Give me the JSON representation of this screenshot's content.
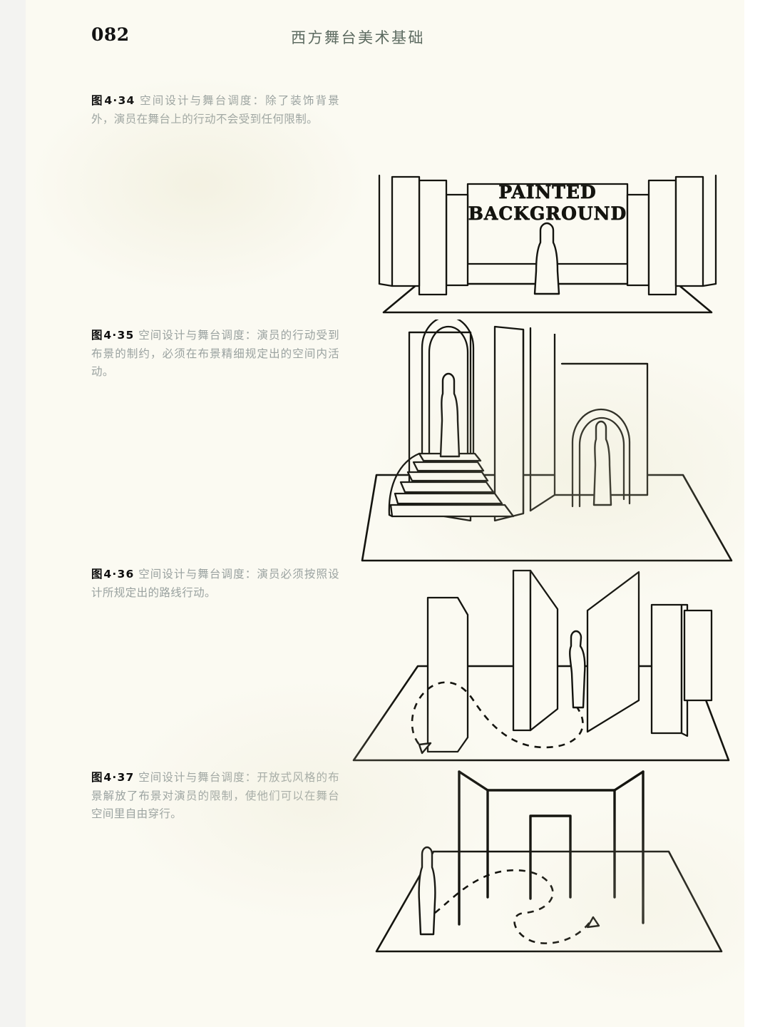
{
  "page": {
    "folio": "082",
    "running_head": "西方舞台美术基础",
    "paper_color": "#fbfaf2",
    "ink_color": "#14140f",
    "caption_text_color": "#9aa2a0",
    "running_head_color": "#5d6b61"
  },
  "figures": [
    {
      "id": "fig-4-34",
      "number": "图4·34",
      "caption": "空间设计与舞台调度：除了装饰背景外，演员在舞台上的行动不会受到任何限制。",
      "in_image_text": [
        "PAINTED",
        "BACKGROUND"
      ],
      "description": "对称舞台：两侧条状侧幕片，中央绘景背景，一名演员立于台口，梯形台面。",
      "actor_count": 1,
      "has_movement_path": false
    },
    {
      "id": "fig-4-35",
      "number": "图4·35",
      "caption": "空间设计与舞台调度：演员的行动受到布景的制约，必须在布景精细规定出的空间内活动。",
      "in_image_text": [],
      "description": "建筑式盒式布景：左侧拱门台阶上站一名演员，中央柱体，右侧拱门内站一名演员。",
      "actor_count": 2,
      "has_movement_path": false
    },
    {
      "id": "fig-4-36",
      "number": "图4·36",
      "caption": "空间设计与舞台调度：演员必须按照设计所规定出的路线行动。",
      "in_image_text": [],
      "description": "斜置硬片屏风构成的通道，虚线标出规定的 S 形行动路线，终点带箭头。",
      "actor_count": 1,
      "has_movement_path": true,
      "path_style": "dashed",
      "path_arrow": "open-triangle"
    },
    {
      "id": "fig-4-37",
      "number": "图4·37",
      "caption": "空间设计与舞台调度：开放式风格的布景解放了布景对演员的限制，使他们可以在舞台空间里自由穿行。",
      "in_image_text": [],
      "description": "开放式框架布景：立柱与横梁构成的空框，中央独立门框，虚线表示自由穿行路线。",
      "actor_count": 1,
      "has_movement_path": true,
      "path_style": "dashed",
      "path_arrow": "open-triangle"
    }
  ]
}
